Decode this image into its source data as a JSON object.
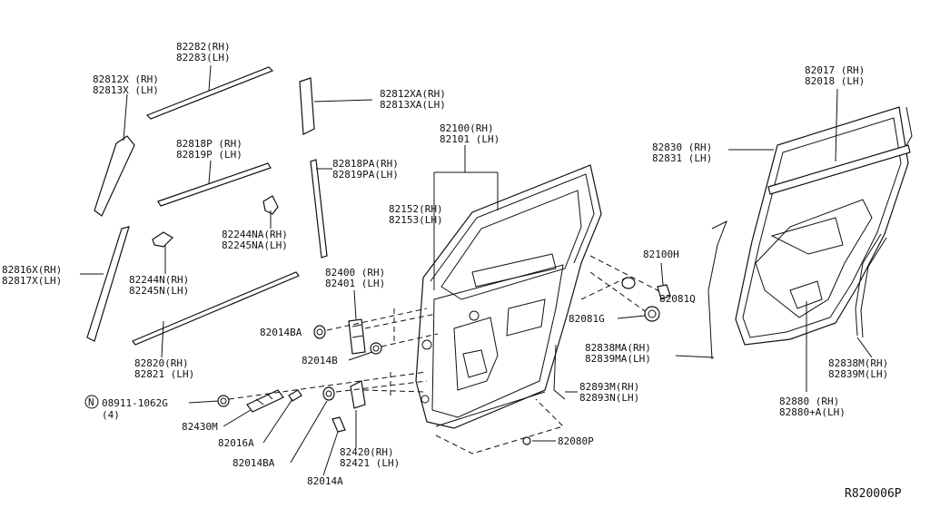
{
  "diagram": {
    "ref_code": "R820006P",
    "labels": {
      "l82282": "82282(RH)",
      "l82283": "82283(LH)",
      "l82812x": "82812X (RH)",
      "l82813x": "82813X (LH)",
      "l82812xa": "82812XA(RH)",
      "l82813xa": "82813XA(LH)",
      "l82818p": "82818P (RH)",
      "l82819p": "82819P (LH)",
      "l82818pa": "82818PA(RH)",
      "l82819pa": "82819PA(LH)",
      "l82100": "82100(RH)",
      "l82101": "82101 (LH)",
      "l82152": "82152(RH)",
      "l82153": "82153(LH)",
      "l82244na": "82244NA(RH)",
      "l82245na": "82245NA(LH)",
      "l82244n": "82244N(RH)",
      "l82245n": "82245N(LH)",
      "l82816x": "82816X(RH)",
      "l82817x": "82817X(LH)",
      "l82820": "82820(RH)",
      "l82821": "82821 (LH)",
      "l82400": "82400 (RH)",
      "l82401": "82401 (LH)",
      "l82014ba1": "82014BA",
      "l82014b": "82014B",
      "l08911_prefix": "N",
      "l08911": "08911-1062G",
      "l08911_qty": "(4)",
      "l82430m": "82430M",
      "l82016a": "82016A",
      "l82014ba2": "82014BA",
      "l82014a": "82014A",
      "l82420": "82420(RH)",
      "l82421": "82421 (LH)",
      "l82080p": "82080P",
      "l82100h": "82100H",
      "l82081q": "82081Q",
      "l82081g": "82081G",
      "l82838ma": "82838MA(RH)",
      "l82839ma": "82839MA(LH)",
      "l82893m": "82893M(RH)",
      "l82893n": "82893N(LH)",
      "l82017": "82017 (RH)",
      "l82018": "82018 (LH)",
      "l82830": "82830 (RH)",
      "l82831": "82831 (LH)",
      "l82838m": "82838M(RH)",
      "l82839m": "82839M(LH)",
      "l82880": "82880 (RH)",
      "l82880a": "82880+A(LH)"
    }
  }
}
